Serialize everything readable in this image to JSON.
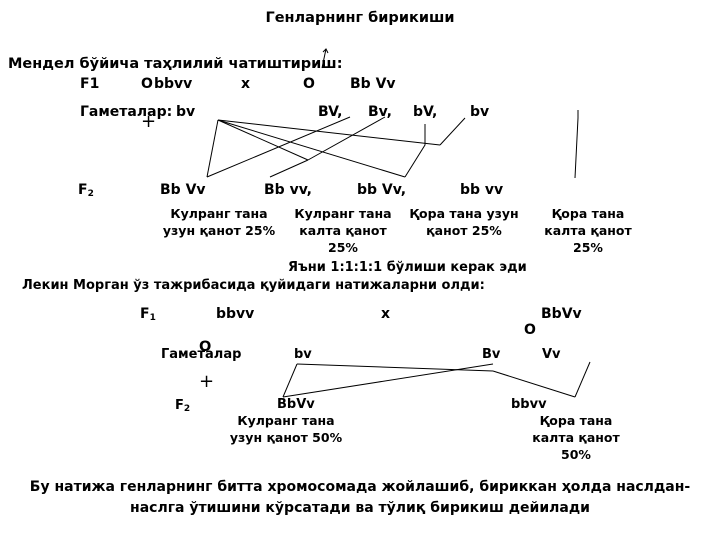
{
  "title": "Генларнинг бирикиши",
  "mendel": {
    "heading": "Мендел бўйича таҳлилий чатиштириш:",
    "f1_label": "F1",
    "female_symbol": "O",
    "female_genotype": "bbvv",
    "cross": "x",
    "male_symbol": "O",
    "male_genotype": "Bb Vv",
    "gametes_label": "Гаметалар:",
    "female_gamete": "bv",
    "male_gametes": [
      "BV,",
      "Bv,",
      "bV,",
      "bv"
    ],
    "plus": "+",
    "f2_letter": "F",
    "f2_index": "2",
    "offspring": [
      {
        "genotype": "Bb Vv",
        "phenotype": "Кулранг тана узун қанот 25%"
      },
      {
        "genotype": "Bb vv,",
        "phenotype": "Кулранг тана калта қанот 25%"
      },
      {
        "genotype": "bb Vv,",
        "phenotype": "Қора тана узун қанот 25%"
      },
      {
        "genotype": "bb vv",
        "phenotype": "Қора тана калта қанот 25%"
      }
    ],
    "ratio_note": "Яъни 1:1:1:1 бўлиши керак эди"
  },
  "morgan": {
    "heading": "Лекин Морган ўз тажрибасида қуйидаги натижаларни олди:",
    "f1_letter": "F",
    "f1_index": "1",
    "female_genotype": "bbvv",
    "female_symbol": "O",
    "cross": "x",
    "male_genotype": "BbVv",
    "male_symbol": "O",
    "gametes_label": "Гаметалар",
    "female_gamete": "bv",
    "male_gamete_1": "Bv",
    "male_gamete_2": "Vv",
    "plus": "+",
    "f2_letter": "F",
    "f2_index": "2",
    "offspring": [
      {
        "genotype": "BbVv",
        "phenotype": "Кулранг тана узун қанот 50%"
      },
      {
        "genotype": "bbvv",
        "phenotype": "Қора тана калта қанот 50%"
      }
    ]
  },
  "conclusion": "Бу натижа генларнинг битта хромосомада жойлашиб, бириккан ҳолда наслдан-наслга ўтишини кўрсатади ва тўлиқ бирикиш дейилади"
}
